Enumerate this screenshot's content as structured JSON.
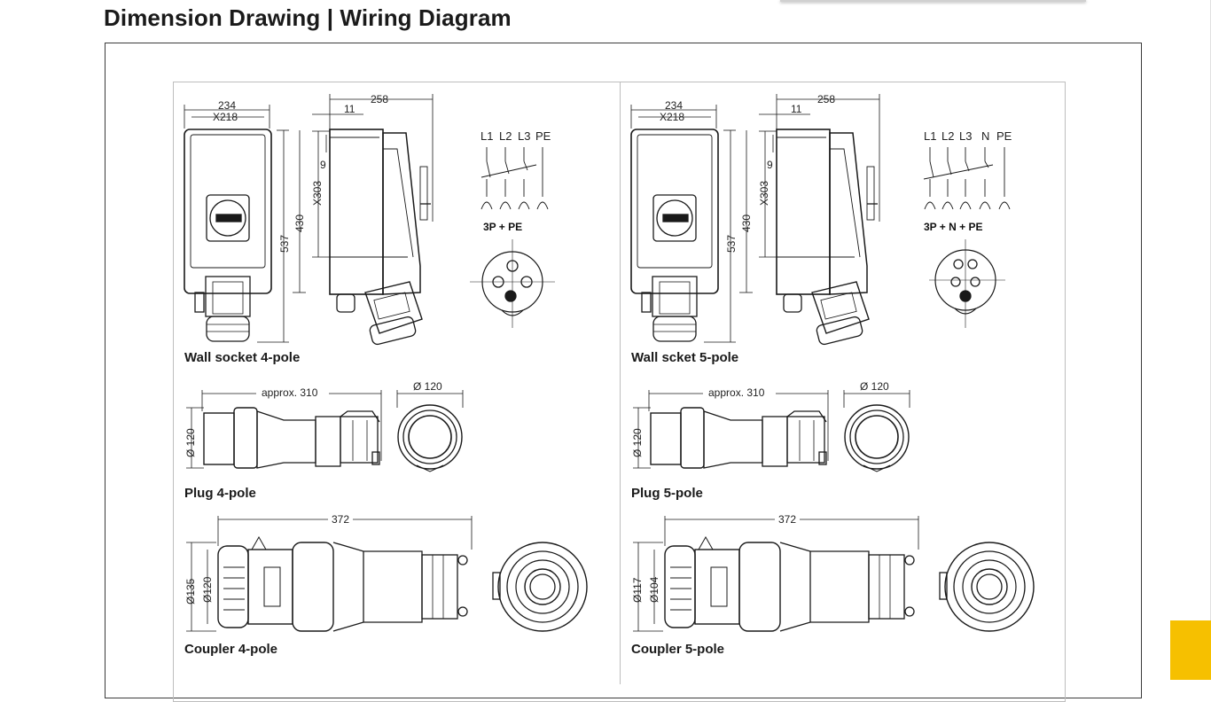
{
  "page": {
    "title": "Dimension Drawing | Wiring Diagram"
  },
  "left": {
    "wall_socket": {
      "caption": "Wall socket 4-pole",
      "dims": {
        "width": "234",
        "x_width": "X218",
        "depth": "258",
        "offset": "11",
        "small": "9",
        "x_height": "X303",
        "height430": "430",
        "height537": "537"
      },
      "wiring_labels": [
        "L1",
        "L2",
        "L3",
        "PE"
      ],
      "wiring_type": "3P + PE"
    },
    "plug": {
      "caption": "Plug 4-pole",
      "length": "approx. 310",
      "diameter": "Ø 120",
      "end_diameter": "Ø 120"
    },
    "coupler": {
      "caption": "Coupler 4-pole",
      "length": "372",
      "d_outer": "Ø135",
      "d_inner": "Ø120"
    }
  },
  "right": {
    "wall_socket": {
      "caption": "Wall scket 5-pole",
      "dims": {
        "width": "234",
        "x_width": "X218",
        "depth": "258",
        "offset": "11",
        "small": "9",
        "x_height": "X303",
        "height430": "430",
        "height537": "537"
      },
      "wiring_labels": [
        "L1",
        "L2",
        "L3",
        "N",
        "PE"
      ],
      "wiring_type": "3P + N + PE"
    },
    "plug": {
      "caption": "Plug 5-pole",
      "length": "approx. 310",
      "diameter": "Ø 120",
      "end_diameter": "Ø 120"
    },
    "coupler": {
      "caption": "Coupler 5-pole",
      "length": "372",
      "d_outer": "Ø117",
      "d_inner": "Ø104"
    }
  },
  "colors": {
    "accent_button": "#f6c000",
    "line": "#1a1a1a"
  }
}
